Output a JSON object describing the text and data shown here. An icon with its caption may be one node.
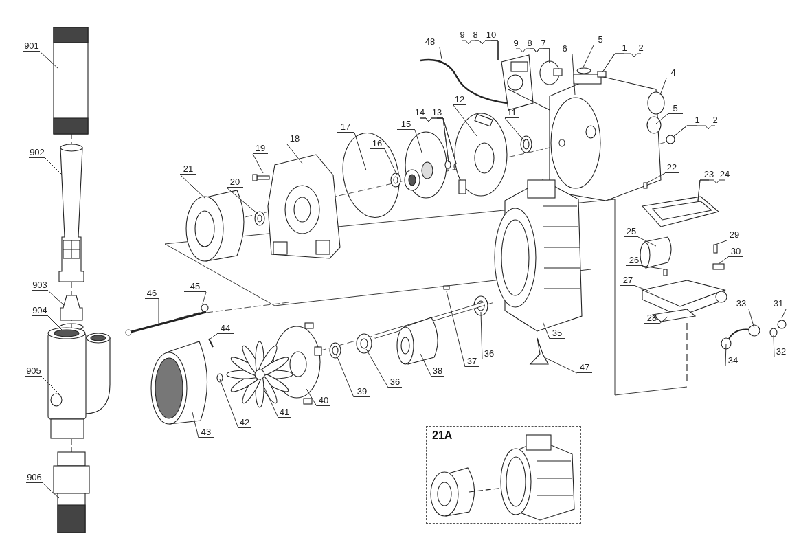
{
  "diagram": {
    "nodes": [
      {
        "text": [
          "901"
        ]
      },
      {
        "text": [
          "902"
        ]
      },
      {
        "text": [
          "903"
        ]
      },
      {
        "text": [
          "904"
        ]
      },
      {
        "text": [
          "905"
        ]
      },
      {
        "text": [
          "906"
        ]
      },
      {
        "text": [
          "48"
        ]
      },
      {
        "text": [
          "9"
        ]
      },
      {
        "text": [
          "8"
        ]
      },
      {
        "text": [
          "10"
        ]
      },
      {
        "text": [
          "9"
        ]
      },
      {
        "text": [
          "8"
        ]
      },
      {
        "text": [
          "7"
        ]
      },
      {
        "text": [
          "6"
        ]
      },
      {
        "text": [
          "5"
        ]
      },
      {
        "text": [
          "1"
        ]
      },
      {
        "text": [
          "2"
        ]
      },
      {
        "text": [
          "4"
        ]
      },
      {
        "text": [
          "5"
        ]
      },
      {
        "text": [
          "1"
        ]
      },
      {
        "text": [
          "2"
        ]
      },
      {
        "text": [
          "17"
        ]
      },
      {
        "text": [
          "16"
        ]
      },
      {
        "text": [
          "15"
        ]
      },
      {
        "text": [
          "14"
        ]
      },
      {
        "text": [
          "13"
        ]
      },
      {
        "text": [
          "12"
        ]
      },
      {
        "text": [
          "11"
        ]
      },
      {
        "text": [
          "19"
        ]
      },
      {
        "text": [
          "18"
        ]
      },
      {
        "text": [
          "21"
        ]
      },
      {
        "text": [
          "20"
        ]
      },
      {
        "text": [
          "22"
        ]
      },
      {
        "text": [
          "23"
        ]
      },
      {
        "text": [
          "24"
        ]
      },
      {
        "text": [
          "25"
        ]
      },
      {
        "text": [
          "29"
        ]
      },
      {
        "text": [
          "30"
        ]
      },
      {
        "text": [
          "26"
        ]
      },
      {
        "text": [
          "27"
        ]
      },
      {
        "text": [
          "28"
        ]
      },
      {
        "text": [
          "31"
        ]
      },
      {
        "text": [
          "33"
        ]
      },
      {
        "text": [
          "32"
        ]
      },
      {
        "text": [
          "34"
        ]
      },
      {
        "text": [
          "46"
        ]
      },
      {
        "text": [
          "45"
        ]
      },
      {
        "text": [
          "44"
        ]
      },
      {
        "text": [
          "43"
        ]
      },
      {
        "text": [
          "42"
        ]
      },
      {
        "text": [
          "41"
        ]
      },
      {
        "text": [
          "40"
        ]
      },
      {
        "text": [
          "39"
        ]
      },
      {
        "text": [
          "36"
        ]
      },
      {
        "text": [
          "38"
        ]
      },
      {
        "text": [
          "37"
        ]
      },
      {
        "text": [
          "36"
        ]
      },
      {
        "text": [
          "35"
        ]
      },
      {
        "text": [
          "47"
        ]
      },
      {
        "text": [
          "21A"
        ]
      }
    ],
    "edges": [
      {
        "from": 0,
        "to": null,
        "arrow": "none"
      },
      {
        "from": 1,
        "to": null,
        "arrow": "none"
      },
      {
        "from": 2,
        "to": null,
        "arrow": "none"
      },
      {
        "from": 3,
        "to": null,
        "arrow": "none"
      },
      {
        "from": 4,
        "to": null,
        "arrow": "none"
      },
      {
        "from": 5,
        "to": null,
        "arrow": "none"
      },
      {
        "from": 6,
        "to": null,
        "arrow": "none"
      },
      {
        "from": 7,
        "to": null,
        "arrow": "none"
      },
      {
        "from": 8,
        "to": null,
        "arrow": "none"
      },
      {
        "from": 9,
        "to": null,
        "arrow": "none"
      },
      {
        "from": 10,
        "to": null,
        "arrow": "none"
      },
      {
        "from": 11,
        "to": null,
        "arrow": "none"
      },
      {
        "from": 12,
        "to": null,
        "arrow": "none"
      },
      {
        "from": 13,
        "to": null,
        "arrow": "none"
      },
      {
        "from": 14,
        "to": null,
        "arrow": "none"
      },
      {
        "from": 15,
        "to": null,
        "arrow": "none"
      },
      {
        "from": 16,
        "to": null,
        "arrow": "none"
      },
      {
        "from": 17,
        "to": null,
        "arrow": "none"
      },
      {
        "from": 18,
        "to": null,
        "arrow": "none"
      },
      {
        "from": 19,
        "to": null,
        "arrow": "none"
      },
      {
        "from": 20,
        "to": null,
        "arrow": "none"
      },
      {
        "from": 21,
        "to": null,
        "arrow": "none"
      },
      {
        "from": 22,
        "to": null,
        "arrow": "none"
      },
      {
        "from": 23,
        "to": null,
        "arrow": "none"
      },
      {
        "from": 24,
        "to": null,
        "arrow": "none"
      },
      {
        "from": 25,
        "to": null,
        "arrow": "none"
      },
      {
        "from": 26,
        "to": null,
        "arrow": "none"
      },
      {
        "from": 27,
        "to": null,
        "arrow": "none"
      },
      {
        "from": 28,
        "to": null,
        "arrow": "none"
      },
      {
        "from": 29,
        "to": null,
        "arrow": "none"
      },
      {
        "from": 30,
        "to": null,
        "arrow": "none"
      },
      {
        "from": 31,
        "to": null,
        "arrow": "none"
      },
      {
        "from": 32,
        "to": null,
        "arrow": "none"
      },
      {
        "from": 33,
        "to": null,
        "arrow": "none"
      },
      {
        "from": 34,
        "to": null,
        "arrow": "none"
      },
      {
        "from": 35,
        "to": null,
        "arrow": "none"
      },
      {
        "from": 36,
        "to": null,
        "arrow": "none"
      },
      {
        "from": 37,
        "to": null,
        "arrow": "none"
      },
      {
        "from": 38,
        "to": null,
        "arrow": "none"
      },
      {
        "from": 39,
        "to": null,
        "arrow": "none"
      },
      {
        "from": 40,
        "to": null,
        "arrow": "none"
      },
      {
        "from": 41,
        "to": null,
        "arrow": "none"
      },
      {
        "from": 42,
        "to": null,
        "arrow": "none"
      },
      {
        "from": 43,
        "to": null,
        "arrow": "none"
      },
      {
        "from": 44,
        "to": null,
        "arrow": "none"
      },
      {
        "from": 45,
        "to": null,
        "arrow": "none"
      },
      {
        "from": 46,
        "to": null,
        "arrow": "none"
      },
      {
        "from": 47,
        "to": null,
        "arrow": "none"
      },
      {
        "from": 48,
        "to": null,
        "arrow": "none"
      },
      {
        "from": 49,
        "to": null,
        "arrow": "none"
      },
      {
        "from": 50,
        "to": null,
        "arrow": "none"
      },
      {
        "from": 51,
        "to": null,
        "arrow": "none"
      },
      {
        "from": 52,
        "to": null,
        "arrow": "none"
      },
      {
        "from": 53,
        "to": null,
        "arrow": "none"
      },
      {
        "from": 54,
        "to": null,
        "arrow": "none"
      },
      {
        "from": 55,
        "to": null,
        "arrow": "none"
      },
      {
        "from": 56,
        "to": null,
        "arrow": "none"
      },
      {
        "from": 57,
        "to": null,
        "arrow": "none"
      },
      {
        "from": 58,
        "to": null,
        "arrow": "none"
      }
    ]
  }
}
